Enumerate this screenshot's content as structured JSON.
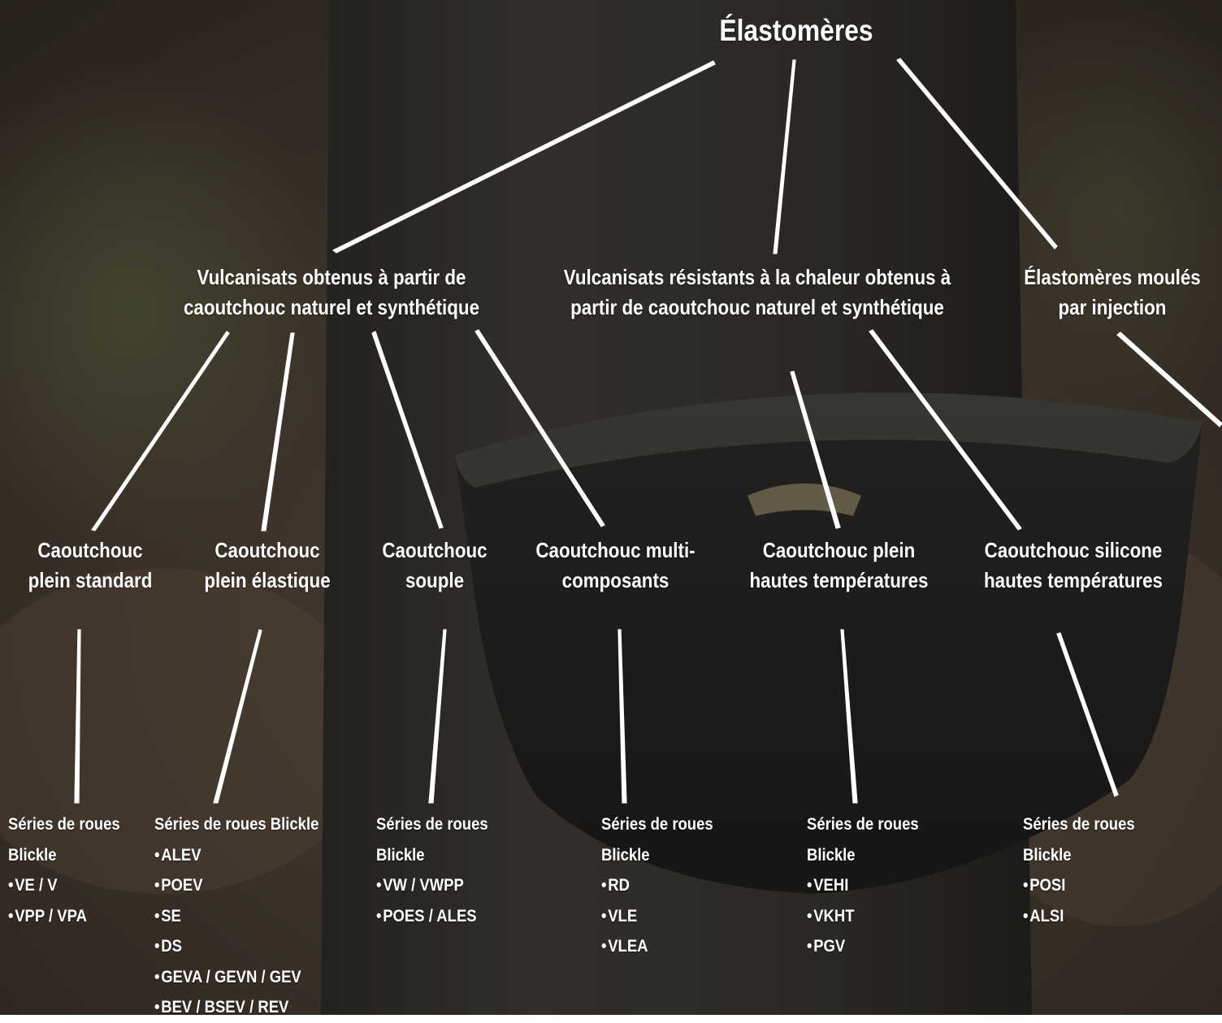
{
  "diagram": {
    "title": "Élastomères",
    "categories": [
      {
        "id": "nat",
        "label": "Vulcanisats obtenus à partir de\ncaoutchouc naturel et synthétique"
      },
      {
        "id": "heat",
        "label": "Vulcanisats résistants à la chaleur obtenus à\npartir de caoutchouc naturel et synthétique"
      },
      {
        "id": "inj",
        "label": "Élastomères moulés\npar injection"
      }
    ],
    "types": [
      {
        "label": "Caoutchouc\nplein standard",
        "series_heading": "Séries de roues\nBlickle",
        "series": [
          "VE / V",
          "VPP / VPA"
        ]
      },
      {
        "label": "Caoutchouc\nplein élastique",
        "series_heading": "Séries de roues Blickle",
        "series": [
          "ALEV",
          "POEV",
          "SE",
          "DS",
          "GEVA / GEVN / GEV",
          "BEV / BSEV / REV"
        ]
      },
      {
        "label": "Caoutchouc\nsouple",
        "series_heading": "Séries de roues\nBlickle",
        "series": [
          "VW / VWPP",
          "POES / ALES"
        ]
      },
      {
        "label": "Caoutchouc multi-\ncomposants",
        "series_heading": "Séries de roues\nBlickle",
        "series": [
          "RD",
          "VLE",
          "VLEA"
        ]
      },
      {
        "label": "Caoutchouc plein\nhautes températures",
        "series_heading": "Séries de roues\nBlickle",
        "series": [
          "VEHI",
          "VKHT",
          "PGV"
        ]
      },
      {
        "label": "Caoutchouc silicone\nhautes températures",
        "series_heading": "Séries de roues\nBlickle",
        "series": [
          "POSI",
          "ALSI"
        ]
      }
    ]
  }
}
